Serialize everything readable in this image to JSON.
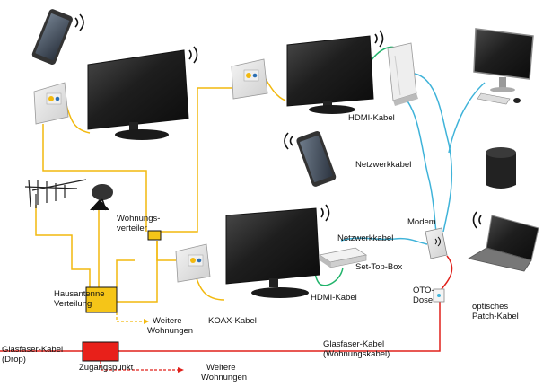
{
  "labels": {
    "hdmi_top": "HDMI-Kabel",
    "netzwerk_top": "Netzwerkkabel",
    "wohnungsverteiler_1": "Wohnungs-",
    "wohnungsverteiler_2": "verteiler",
    "modem": "Modem",
    "netzwerk_mid": "Netzwerkkabel",
    "settopbox": "Set-Top-Box",
    "hausantenne_1": "Hausantenne",
    "hausantenne_2": "Verteilung",
    "hdmi_bottom": "HDMI-Kabel",
    "oto_1": "OTO-",
    "oto_2": "Dose",
    "patch_1": "optisches",
    "patch_2": "Patch-Kabel",
    "weitere1_1": "Weitere",
    "weitere1_2": "Wohnungen",
    "koax": "KOAX-Kabel",
    "glasfaser_left_1": "Glasfaser-Kabel",
    "glasfaser_left_2": "(Drop)",
    "glasfaser_right_1": "Glasfaser-Kabel",
    "glasfaser_right_2": "(Wohnungskabel)",
    "zugangspunkt": "Zugangspunkt",
    "weitere2_1": "Weitere",
    "weitere2_2": "Wohnungen"
  },
  "colors": {
    "coax": "#f2b90f",
    "hdmi": "#22b36b",
    "network": "#3fb3d9",
    "fiber": "#e0201a",
    "distributor": "#f5c518",
    "access_point": "#e8201a"
  }
}
